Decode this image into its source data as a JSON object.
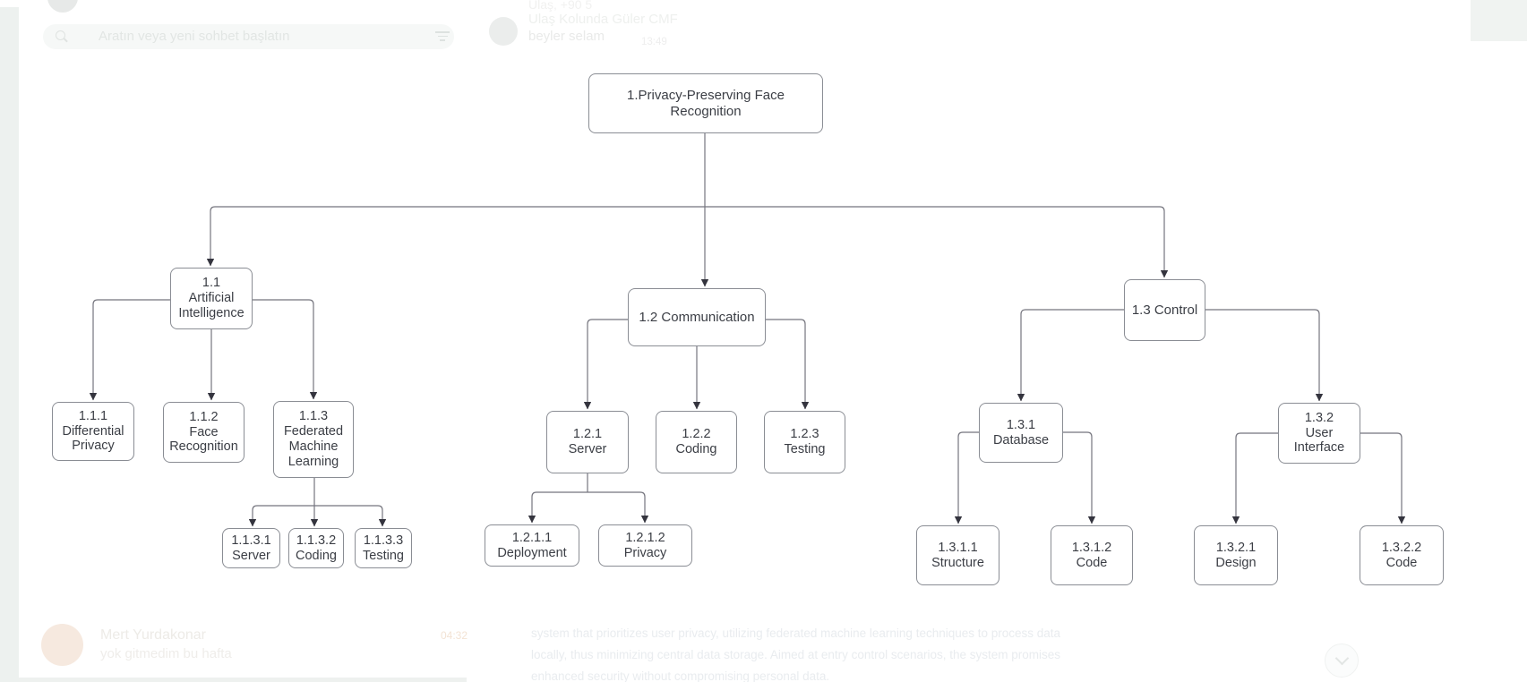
{
  "diagram": {
    "nodes": {
      "root": "1.Privacy-Preserving Face\nRecognition",
      "n1_1": "1.1\nArtificial\nIntelligence",
      "n1_2": "1.2 Communication",
      "n1_3": "1.3 Control",
      "n1_1_1": "1.1.1\nDifferential\nPrivacy",
      "n1_1_2": "1.1.2\nFace\nRecognition",
      "n1_1_3": "1.1.3\nFederated\nMachine\nLearning",
      "n1_1_3_1": "1.1.3.1\nServer",
      "n1_1_3_2": "1.1.3.2\nCoding",
      "n1_1_3_3": "1.1.3.3\nTesting",
      "n1_2_1": "1.2.1\nServer",
      "n1_2_2": "1.2.2\nCoding",
      "n1_2_3": "1.2.3\nTesting",
      "n1_2_1_1": "1.2.1.1\nDeployment",
      "n1_2_1_2": "1.2.1.2\nPrivacy",
      "n1_3_1": "1.3.1\nDatabase",
      "n1_3_2": "1.3.2\nUser\nInterface",
      "n1_3_1_1": "1.3.1.1\nStructure",
      "n1_3_1_2": "1.3.1.2\nCode",
      "n1_3_2_1": "1.3.2.1\nDesign",
      "n1_3_2_2": "1.3.2.2\nCode"
    }
  },
  "background_chat": {
    "search": {
      "placeholder": "Aratın veya yeni sohbet başlatın"
    },
    "top_message": {
      "phone_line": "Ulaş, +90 5",
      "sender": "Ulaş Kolunda Güler CMF",
      "text": "beyler selam",
      "time": "13:49"
    },
    "bottom_list_item": {
      "name": "Mert Yurdakonar",
      "preview": "yok gitmedim bu hafta",
      "time": "04:32"
    },
    "bottom_message_lines": [
      "system that prioritizes user privacy, utilizing federated machine learning techniques to process data",
      "locally, thus minimizing central data storage. Aimed at entry control scenarios, the system promises",
      "enhanced security without compromising personal data."
    ]
  },
  "colors": {
    "node_border": "#8a8d94",
    "node_text": "#3b3e45",
    "connector_line": "#75757e",
    "arrowhead": "#34343e",
    "left_strip": "#edf1ef",
    "unread_time": "#f3e3d4"
  }
}
